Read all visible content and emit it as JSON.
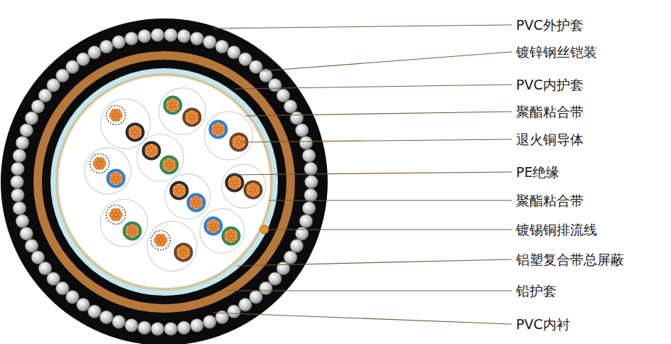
{
  "diagram": {
    "labels": [
      "PVC外护套",
      "镀锌钢丝铠装",
      "PVC内护套",
      "聚酯粘合带",
      "退火铜导体",
      "PE绝缘",
      "聚酯粘合带",
      "镀锡铜排流线",
      "铝塑复合带总屏蔽",
      "铅护套",
      "PVC内衬"
    ]
  }
}
